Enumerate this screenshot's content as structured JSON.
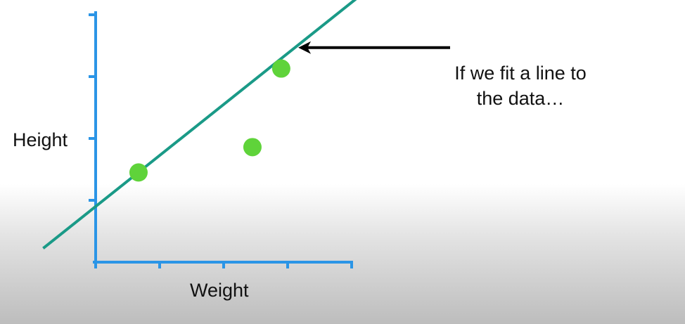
{
  "chart_data": {
    "type": "scatter",
    "xlabel": "Weight",
    "ylabel": "Height",
    "xlim": [
      0,
      4
    ],
    "ylim": [
      0,
      4
    ],
    "points": [
      {
        "x": 0.67,
        "y": 1.45
      },
      {
        "x": 2.45,
        "y": 1.86
      },
      {
        "x": 2.9,
        "y": 3.13
      }
    ],
    "fit_line": {
      "intercept": 0.9,
      "slope": 0.825
    },
    "x_ticks": [
      0,
      1,
      2,
      3,
      4
    ],
    "y_ticks": [
      1,
      2,
      3,
      4
    ],
    "annotation": {
      "lines": [
        "If we fit a line to",
        "the data…"
      ],
      "arrow_target_x": 3.1
    },
    "colors": {
      "axis": "#2b95e6",
      "line": "#1a9a87",
      "points": "#5fd33a",
      "arrow": "#000000"
    }
  }
}
